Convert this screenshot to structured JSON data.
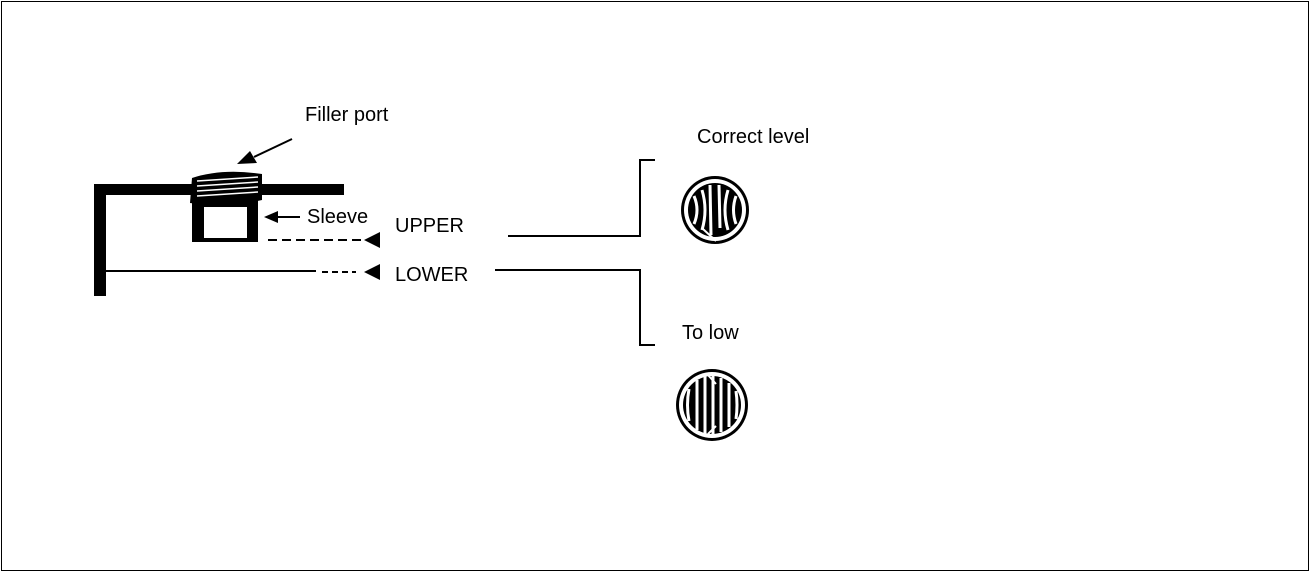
{
  "labels": {
    "filler_port": "Filler port",
    "correct_level": "Correct level",
    "sleeve": "Sleeve",
    "upper": "UPPER",
    "lower": "LOWER",
    "to_low": "To low"
  },
  "colors": {
    "ink": "#000000",
    "paper": "#ffffff"
  }
}
